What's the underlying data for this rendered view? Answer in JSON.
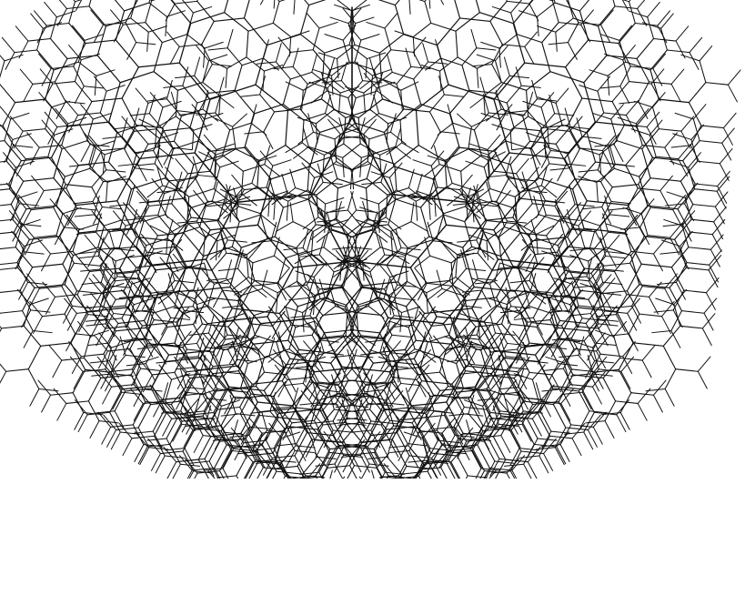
{
  "figure": {
    "kind": "recursive binary fractal tree",
    "branching": "binary",
    "first_split_branch_angle_deg": 28,
    "trunk_direction": "down",
    "branch_angles_deg": [
      -56,
      56
    ],
    "length_ratio": 0.86,
    "recursion_depth": 11,
    "clipped_at_bottom": true
  },
  "colors": {
    "background": "#ffffff",
    "stroke": "#111111"
  }
}
